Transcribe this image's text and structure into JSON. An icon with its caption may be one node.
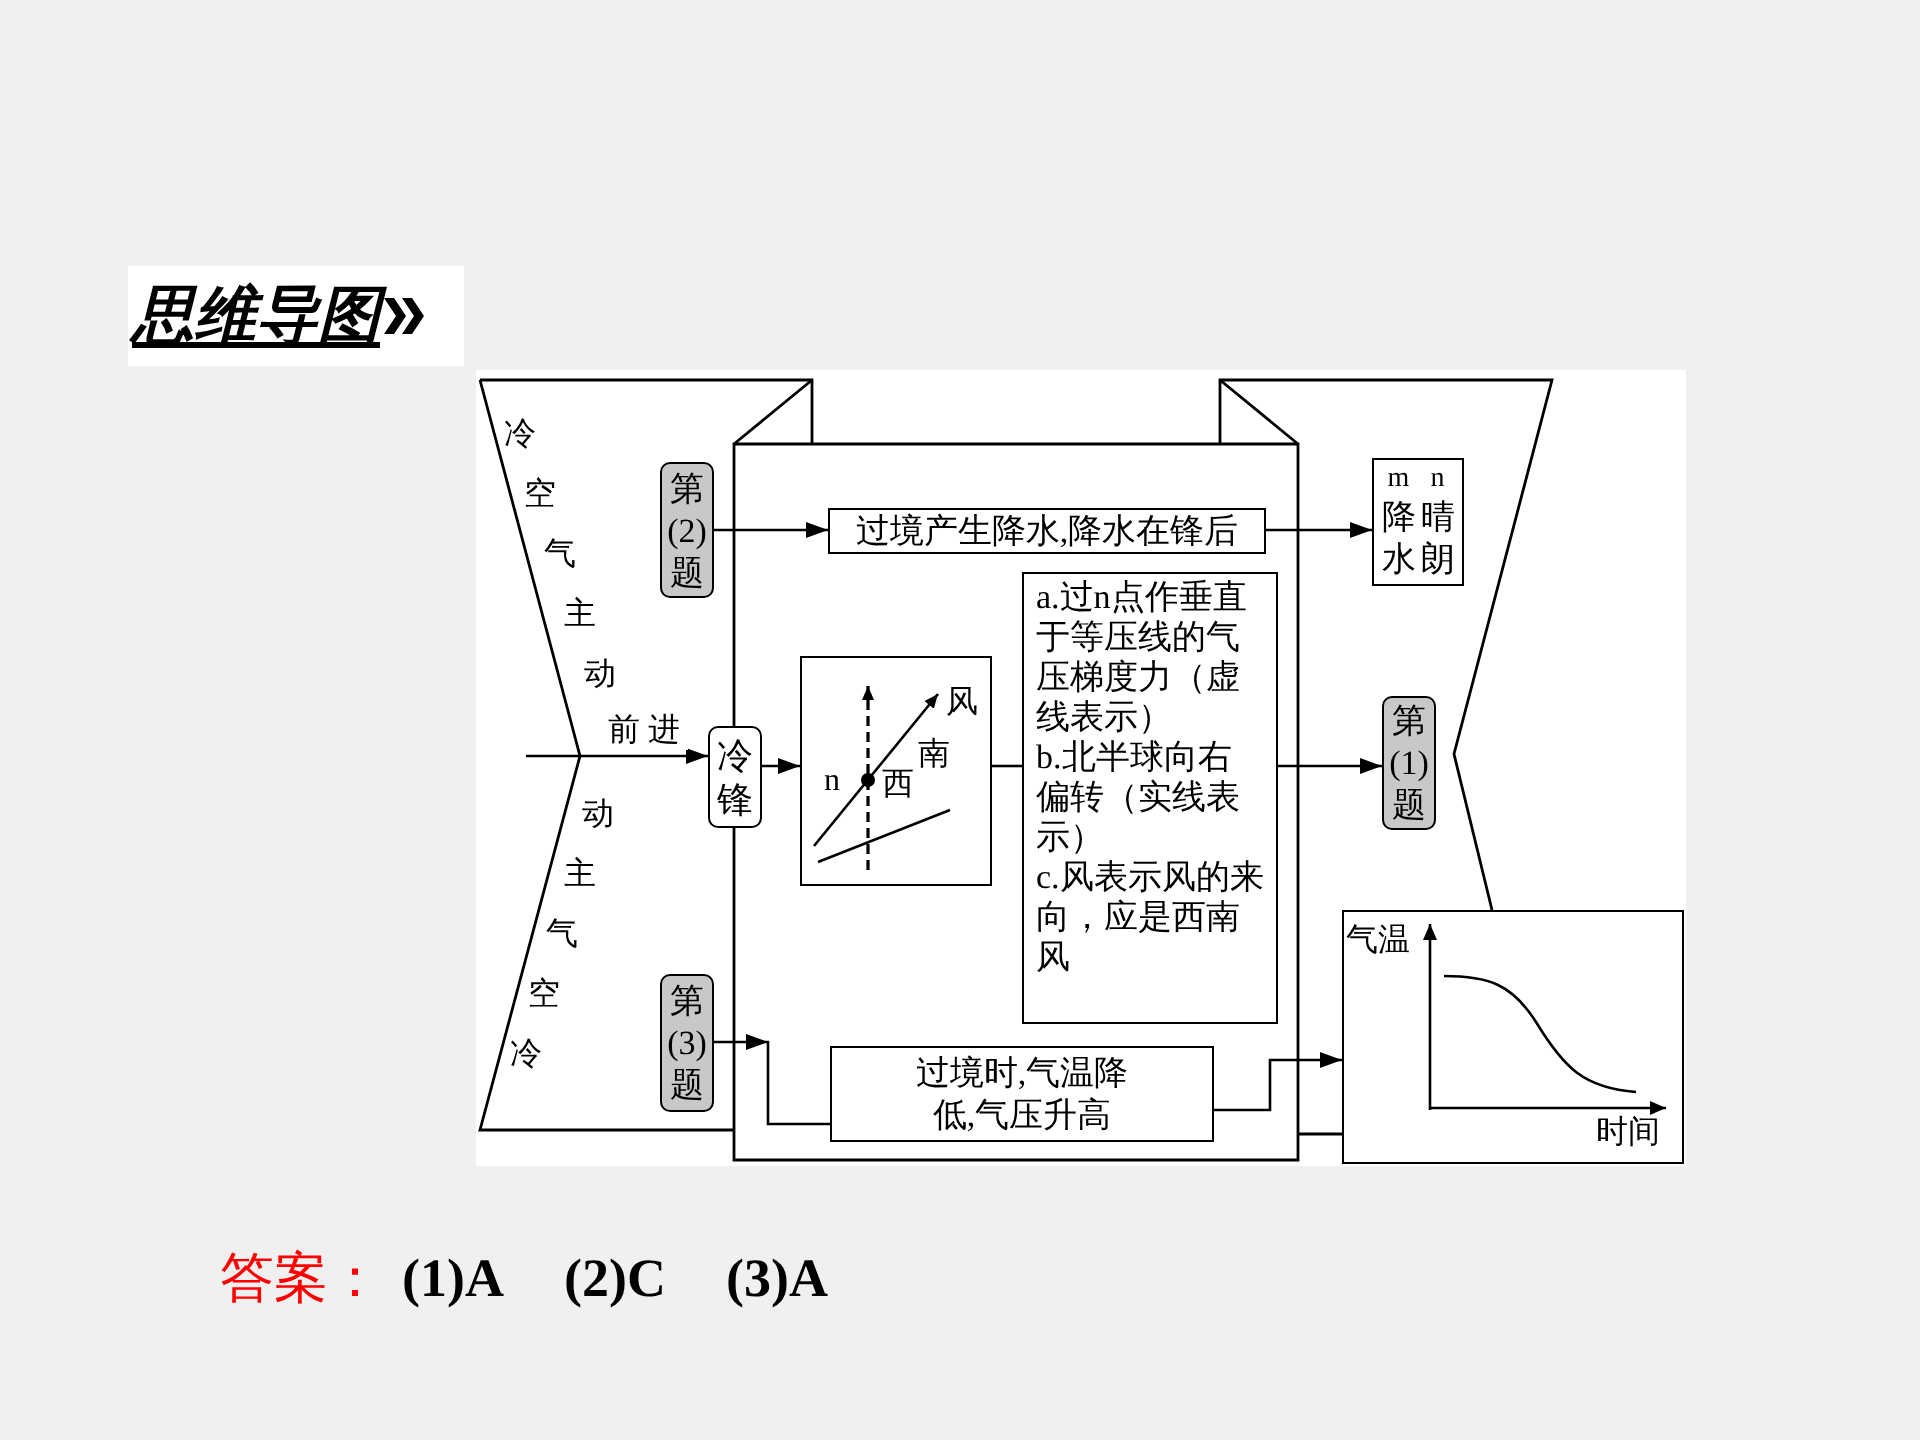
{
  "diagram": {
    "title": "思维导图",
    "nodes": [
      {
        "text": [
          "第(2)题"
        ]
      },
      {
        "text": [
          "过境产生降水,降水在锋后"
        ]
      },
      {
        "text": [
          "m",
          "n",
          "降水",
          "晴朗"
        ]
      },
      {
        "text": [
          "冷锋"
        ]
      },
      {
        "text": [
          "风",
          "南",
          "n",
          "西"
        ]
      },
      {
        "text": [
          "a.过n点作垂直于等压线的气压梯度力（虚线表示）",
          "b.北半球向右偏转（实线表示）",
          "c.风表示风的来向，应是西南风"
        ]
      },
      {
        "text": [
          "第(1)题"
        ]
      },
      {
        "text": [
          "第(3)题"
        ]
      },
      {
        "text": [
          "过境时,气温降低,气压升高"
        ]
      },
      {
        "text": [
          "气温",
          "时间"
        ]
      }
    ],
    "edges": [
      {
        "from": 0,
        "to": 1,
        "arrow": "to"
      },
      {
        "from": 1,
        "to": 2,
        "arrow": "to"
      },
      {
        "from": null,
        "to": 3,
        "arrow": "to",
        "label": "前进"
      },
      {
        "from": 3,
        "to": 4,
        "arrow": "to"
      },
      {
        "from": 4,
        "to": 5,
        "arrow": "none"
      },
      {
        "from": 5,
        "to": 6,
        "arrow": "to"
      },
      {
        "from": 7,
        "to": 8,
        "arrow": "to"
      },
      {
        "from": 8,
        "to": 9,
        "arrow": "to"
      }
    ],
    "labels": [
      "冷空气主动",
      "动主气空冷",
      "答案：",
      "(1)A",
      "(2)C",
      "(3)A"
    ]
  }
}
